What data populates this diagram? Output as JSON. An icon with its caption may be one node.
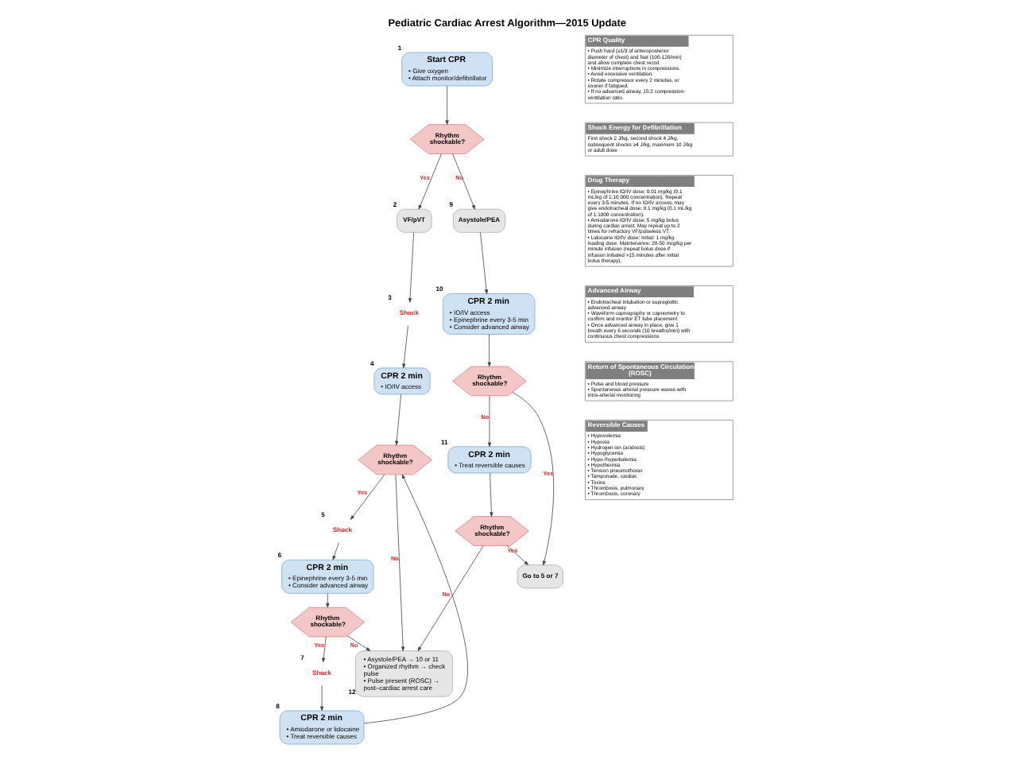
{
  "diagram": {
    "title": "Pediatric Cardiac Arrest Algorithm—2015 Update",
    "nodes": [
      {
        "text": [
          "Start CPR",
          "• Give oxygen • Attach monitor/defibrillator"
        ],
        "beside": [
          "1"
        ]
      },
      {
        "text": [
          "Rhythm shockable?"
        ]
      },
      {
        "text": [
          "VF/pVT"
        ],
        "beside": [
          "2"
        ]
      },
      {
        "text": [
          "Asystole/PEA"
        ],
        "beside": [
          "9"
        ]
      },
      {
        "text": [
          "Shock"
        ],
        "beside": [
          "3"
        ]
      },
      {
        "text": [
          "CPR 2 min",
          "• IO/IV access"
        ],
        "beside": [
          "4"
        ]
      },
      {
        "text": [
          "Rhythm shockable?"
        ]
      },
      {
        "text": [
          "Shock"
        ],
        "beside": [
          "5"
        ]
      },
      {
        "text": [
          "CPR 2 min",
          "• Epinephrine every 3-5 min • Consider advanced airway"
        ],
        "beside": [
          "6"
        ]
      },
      {
        "text": [
          "Rhythm shockable?"
        ]
      },
      {
        "text": [
          "Shock"
        ],
        "beside": [
          "7"
        ]
      },
      {
        "text": [
          "CPR 2 min",
          "• Amiodarone or lidocaine • Treat reversible causes"
        ],
        "beside": [
          "8"
        ]
      },
      {
        "text": [
          "CPR 2 min",
          "• IO/IV access • Epinephrine every 3-5 min • Consider advanced airway"
        ],
        "beside": [
          "10"
        ]
      },
      {
        "text": [
          "Rhythm shockable?"
        ]
      },
      {
        "text": [
          "CPR 2 min",
          "• Treat reversible causes"
        ],
        "beside": [
          "11"
        ]
      },
      {
        "text": [
          "Rhythm shockable?"
        ]
      },
      {
        "text": [
          "• Asystole/PEA → 10 or 11 • Organized rhythm → check pulse • Pulse present (ROSC) → post–cardiac arrest care"
        ],
        "beside": [
          "12"
        ]
      },
      {
        "text": [
          "Go to 5 or 7"
        ]
      },
      {
        "text": [
          "CPR Quality",
          "• Push hard (≥1/3 of anteroposterior diameter of chest) and fast (100-120/min) and allow complete chest recoil. • Minimize interruptions in compressions. • Avoid excessive ventilation. • Rotate compressor every 2 minutes, or sooner if fatigued. • If no advanced airway, 15:2 compression-ventilation ratio."
        ]
      },
      {
        "text": [
          "Shock Energy for Defibrillation",
          "First shock 2 J/kg, second shock 4 J/kg, subsequent shocks ≥4 J/kg, maximum 10 J/kg or adult dose"
        ]
      },
      {
        "text": [
          "Drug Therapy",
          "• Epinephrine IO/IV dose: 0.01 mg/kg (0.1 mL/kg of 1:10 000 concentration). Repeat every 3-5 minutes. If no IO/IV access, may give endotracheal dose: 0.1 mg/kg (0.1 mL/kg of 1:1000 concentration). • Amiodarone IO/IV dose: 5 mg/kg bolus during cardiac arrest. May repeat up to 2 times for refractory VF/pulseless VT. • Lidocaine IO/IV dose: Initial: 1 mg/kg loading dose. Maintenance: 20-50 mcg/kg per minute infusion (repeat bolus dose if infusion initiated >15 minutes after initial bolus therapy)."
        ]
      },
      {
        "text": [
          "Advanced Airway",
          "• Endotracheal intubation or supraglottic advanced airway • Waveform capnography or capnometry to confirm and monitor ET tube placement • Once advanced airway in place, give 1 breath every 6 seconds (10 breaths/min) with continuous chest compressions"
        ]
      },
      {
        "text": [
          "Return of Spontaneous Circulation (ROSC)",
          "• Pulse and blood pressure • Spontaneous arterial pressure waves with intra-arterial monitoring"
        ]
      },
      {
        "text": [
          "Reversible Causes",
          "• Hypovolemia • Hypoxia • Hydrogen ion (acidosis) • Hypoglycemia • Hypo-/hyperkalemia • Hypothermia • Tension pneumothorax • Tamponade, cardiac • Toxins • Thrombosis, pulmonary • Thrombosis, coronary"
        ]
      }
    ],
    "edges": [
      {
        "from": 0,
        "to": 1,
        "arrow": "to"
      },
      {
        "from": 1,
        "to": 2,
        "arrow": "to",
        "label": "Yes"
      },
      {
        "from": 1,
        "to": 3,
        "arrow": "to",
        "label": "No"
      },
      {
        "from": 2,
        "to": 4,
        "arrow": "to"
      },
      {
        "from": 4,
        "to": 5,
        "arrow": "to"
      },
      {
        "from": 5,
        "to": 6,
        "arrow": "to"
      },
      {
        "from": 6,
        "to": 7,
        "arrow": "to",
        "label": "Yes"
      },
      {
        "from": 6,
        "to": 16,
        "arrow": "to",
        "label": "No"
      },
      {
        "from": 7,
        "to": 8,
        "arrow": "to"
      },
      {
        "from": 8,
        "to": 9,
        "arrow": "to"
      },
      {
        "from": 9,
        "to": 10,
        "arrow": "to",
        "label": "Yes"
      },
      {
        "from": 9,
        "to": 16,
        "arrow": "to",
        "label": "No"
      },
      {
        "from": 10,
        "to": 11,
        "arrow": "to"
      },
      {
        "from": 11,
        "to": 6,
        "arrow": "to"
      },
      {
        "from": 3,
        "to": 12,
        "arrow": "to"
      },
      {
        "from": 12,
        "to": 13,
        "arrow": "to"
      },
      {
        "from": 13,
        "to": 17,
        "arrow": "to",
        "label": "Yes"
      },
      {
        "from": 13,
        "to": 14,
        "arrow": "to",
        "label": "No"
      },
      {
        "from": 14,
        "to": 15,
        "arrow": "to"
      },
      {
        "from": 15,
        "to": 16,
        "arrow": "to",
        "label": "No"
      },
      {
        "from": 15,
        "to": 17,
        "arrow": "to",
        "label": "Yes"
      }
    ]
  }
}
